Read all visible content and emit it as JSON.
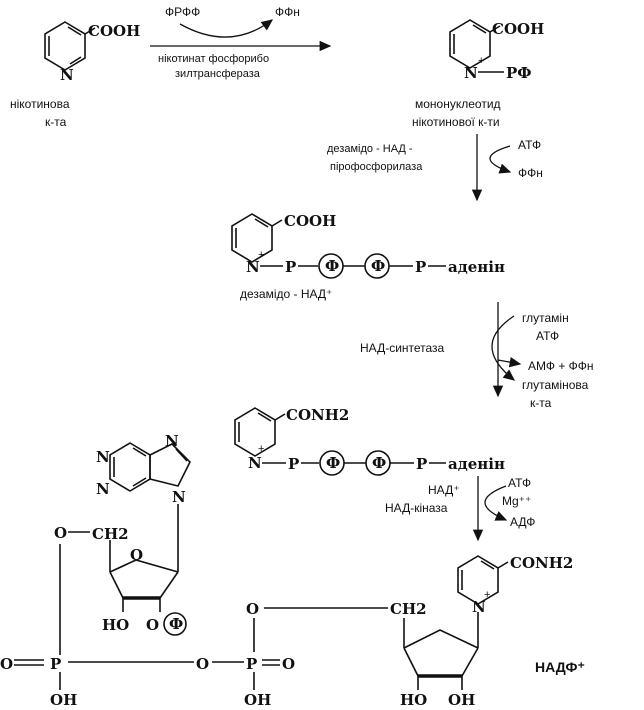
{
  "step1": {
    "substrate_label_1": "нікотинова",
    "substrate_label_2": "к-та",
    "substrate_group": "COOH",
    "ring_n": "N",
    "cofactor_in": "ФРФФ",
    "cofactor_out": "ФФн",
    "enzyme_line1": "нікотинат фосфорибо",
    "enzyme_line2": "зилтрансфераза",
    "product_group": "COOH",
    "product_n": "N",
    "product_plus": "+",
    "product_substituent": "РФ",
    "product_label_1": "мононуклеотид",
    "product_label_2": "нікотинової к-ти"
  },
  "step2": {
    "enzyme_line1": "дезамідо - НАД -",
    "enzyme_line2": "пірофосфорилаза",
    "cofactor_in": "АТФ",
    "cofactor_out": "ФФн",
    "product_group": "COOH",
    "product_chain": [
      "N",
      "+",
      "Р",
      "Ф",
      "Ф",
      "Р",
      "аденін"
    ],
    "product_label": "дезамідо - НАД⁺"
  },
  "step3": {
    "enzyme": "НАД-синтетаза",
    "in_1": "глутамін",
    "in_2": "АТФ",
    "out_1": "АМФ + ФФн",
    "out_2a": "глутамінова",
    "out_2b": "к-та",
    "product_group": "CONH2",
    "product_chain": [
      "N",
      "+",
      "Р",
      "Ф",
      "Ф",
      "Р",
      "аденін"
    ]
  },
  "step4": {
    "substrate": "НАД⁺",
    "enzyme": "НАД-кіназа",
    "in_1": "АТФ",
    "in_2": "Mg⁺⁺",
    "out": "АДФ"
  },
  "nadp": {
    "adenine_n": [
      "N",
      "N",
      "N",
      "N"
    ],
    "ribose_o": "O",
    "ch2_left": "CH2",
    "o_left": "O",
    "ho": "HO",
    "o_phos": "O",
    "phos_circle": "Ф",
    "p1": "P",
    "p2": "P",
    "o_bridge": "O",
    "oh1": "OH",
    "oh2": "OH",
    "o_eq1": "O",
    "o_eq2": "O",
    "o_top_right": "O",
    "ch2_right": "CH2",
    "nic_group": "CONH2",
    "nic_n": "N",
    "nic_plus": "+",
    "ho2": "HO",
    "oh3": "OH",
    "label": "НАДФ⁺"
  }
}
